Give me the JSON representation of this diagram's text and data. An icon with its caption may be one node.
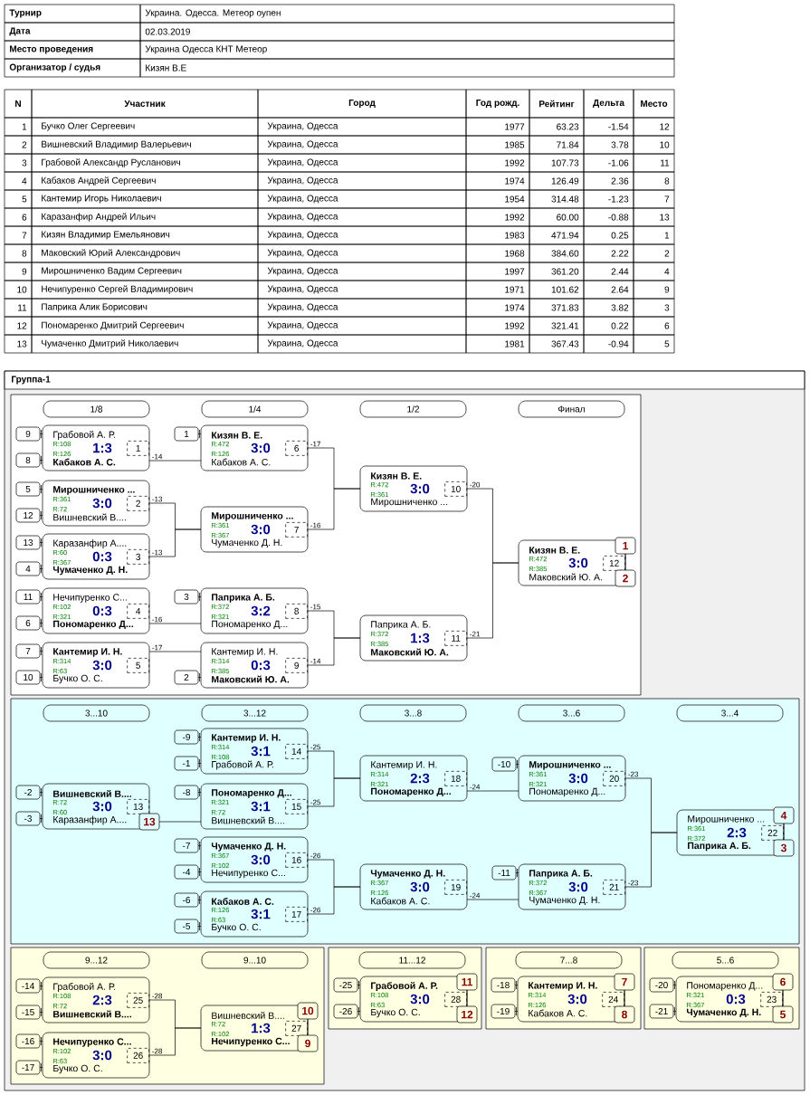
{
  "diagram": {
    "nodes": [
      {
        "text": [
          "Группа-1"
        ]
      },
      {
        "text": [],
        "shape": "box",
        "in": 0
      },
      {
        "text": [
          "1/8"
        ],
        "in": 1
      },
      {
        "text": [
          "1/4"
        ],
        "in": 1
      },
      {
        "text": [
          "1/2"
        ],
        "in": 1
      },
      {
        "text": [
          "Финал"
        ],
        "in": 1
      },
      {
        "text": [
          "Грабовой А. Р.",
          "R:108",
          "1:3",
          "R:126",
          "Кабаков А. С.",
          "1"
        ],
        "in": 1
      },
      {
        "text": [
          "Мирошниченко ...",
          "R:361",
          "3:0",
          "R:72",
          "Вишневский В....",
          "2"
        ],
        "in": 1
      },
      {
        "text": [
          "Каразанфир А....",
          "R:60",
          "0:3",
          "R:367",
          "Чумаченко Д. Н.",
          "3"
        ],
        "in": 1
      },
      {
        "text": [
          "Нечипуренко С...",
          "R:102",
          "0:3",
          "R:321",
          "Пономаренко Д...",
          "4"
        ],
        "in": 1
      },
      {
        "text": [
          "Кантемир И. Н.",
          "R:314",
          "3:0",
          "R:63",
          "Бучко О. С.",
          "5"
        ],
        "in": 1
      },
      {
        "text": [
          "Кизян В. Е.",
          "R:472",
          "3:0",
          "R:126",
          "Кабаков А. С.",
          "6"
        ],
        "in": 1
      },
      {
        "text": [
          "Мирошниченко ...",
          "R:361",
          "3:0",
          "R:367",
          "Чумаченко Д. Н.",
          "7"
        ],
        "in": 1
      },
      {
        "text": [
          "Паприка А. Б.",
          "R:372",
          "3:2",
          "R:321",
          "Пономаренко Д...",
          "8"
        ],
        "in": 1
      },
      {
        "text": [
          "Кантемир И. Н.",
          "R:314",
          "0:3",
          "R:385",
          "Маковский Ю. А.",
          "9"
        ],
        "in": 1
      },
      {
        "text": [
          "Кизян В. Е.",
          "R:472",
          "3:0",
          "R:361",
          "Мирошниченко ...",
          "10"
        ],
        "in": 1
      },
      {
        "text": [
          "Паприка А. Б.",
          "R:372",
          "1:3",
          "R:385",
          "Маковский Ю. А.",
          "11"
        ],
        "in": 1
      },
      {
        "text": [
          "Кизян В. Е.",
          "R:472",
          "3:0",
          "R:385",
          "Маковский Ю. А.",
          "12"
        ],
        "in": 1
      },
      {
        "text": [
          "9"
        ],
        "in": 1
      },
      {
        "text": [
          "8"
        ],
        "in": 1
      },
      {
        "text": [
          "5"
        ],
        "in": 1
      },
      {
        "text": [
          "12"
        ],
        "in": 1
      },
      {
        "text": [
          "13"
        ],
        "in": 1
      },
      {
        "text": [
          "4"
        ],
        "in": 1
      },
      {
        "text": [
          "11"
        ],
        "in": 1
      },
      {
        "text": [
          "6"
        ],
        "in": 1
      },
      {
        "text": [
          "7"
        ],
        "in": 1
      },
      {
        "text": [
          "10"
        ],
        "in": 1
      },
      {
        "text": [
          "1"
        ],
        "in": 1
      },
      {
        "text": [
          "3"
        ],
        "in": 1
      },
      {
        "text": [
          "2"
        ],
        "in": 1
      },
      {
        "text": [
          "1"
        ],
        "in": 1
      },
      {
        "text": [
          "2"
        ],
        "in": 1
      },
      {
        "text": [],
        "shape": "box",
        "in": 0
      },
      {
        "text": [
          "3...10"
        ],
        "in": 33
      },
      {
        "text": [
          "3...12"
        ],
        "in": 33
      },
      {
        "text": [
          "3...8"
        ],
        "in": 33
      },
      {
        "text": [
          "3...6"
        ],
        "in": 33
      },
      {
        "text": [
          "3...4"
        ],
        "in": 33
      },
      {
        "text": [
          "Вишневский В....",
          "R:72",
          "3:0",
          "R:60",
          "Каразанфир А....",
          "13"
        ],
        "in": 33
      },
      {
        "text": [
          "Кантемир И. Н.",
          "R:314",
          "3:1",
          "R:108",
          "Грабовой А. Р.",
          "14"
        ],
        "in": 33
      },
      {
        "text": [
          "Пономаренко Д...",
          "R:321",
          "3:1",
          "R:72",
          "Вишневский В....",
          "15"
        ],
        "in": 33
      },
      {
        "text": [
          "Чумаченко Д. Н.",
          "R:367",
          "3:0",
          "R:102",
          "Нечипуренко С...",
          "16"
        ],
        "in": 33
      },
      {
        "text": [
          "Кабаков А. С.",
          "R:126",
          "3:1",
          "R:63",
          "Бучко О. С.",
          "17"
        ],
        "in": 33
      },
      {
        "text": [
          "Кантемир И. Н.",
          "R:314",
          "2:3",
          "R:321",
          "Пономаренко Д...",
          "18"
        ],
        "in": 33
      },
      {
        "text": [
          "Чумаченко Д. Н.",
          "R:367",
          "3:0",
          "R:126",
          "Кабаков А. С.",
          "19"
        ],
        "in": 33
      },
      {
        "text": [
          "Мирошниченко ...",
          "R:361",
          "3:0",
          "R:321",
          "Пономаренко Д...",
          "20"
        ],
        "in": 33
      },
      {
        "text": [
          "Паприка А. Б.",
          "R:372",
          "3:0",
          "R:367",
          "Чумаченко Д. Н.",
          "21"
        ],
        "in": 33
      },
      {
        "text": [
          "Мирошниченко ...",
          "R:361",
          "2:3",
          "R:372",
          "Паприка А. Б.",
          "22"
        ],
        "in": 33
      },
      {
        "text": [
          "-2"
        ],
        "in": 33
      },
      {
        "text": [
          "-3"
        ],
        "in": 33
      },
      {
        "text": [
          "-9"
        ],
        "in": 33
      },
      {
        "text": [
          "-1"
        ],
        "in": 33
      },
      {
        "text": [
          "-8"
        ],
        "in": 33
      },
      {
        "text": [
          "-7"
        ],
        "in": 33
      },
      {
        "text": [
          "-4"
        ],
        "in": 33
      },
      {
        "text": [
          "-6"
        ],
        "in": 33
      },
      {
        "text": [
          "-5"
        ],
        "in": 33
      },
      {
        "text": [
          "-10"
        ],
        "in": 33
      },
      {
        "text": [
          "-11"
        ],
        "in": 33
      },
      {
        "text": [
          "13"
        ],
        "in": 33
      },
      {
        "text": [
          "4"
        ],
        "in": 33
      },
      {
        "text": [
          "3"
        ],
        "in": 33
      },
      {
        "text": [],
        "shape": "box",
        "in": 0
      },
      {
        "text": [
          "9...12"
        ],
        "in": 63
      },
      {
        "text": [
          "9...10"
        ],
        "in": 63
      },
      {
        "text": [
          "Грабовой А. Р.",
          "R:108",
          "2:3",
          "R:72",
          "Вишневский В....",
          "25"
        ],
        "in": 63
      },
      {
        "text": [
          "Нечипуренко С...",
          "R:102",
          "3:0",
          "R:63",
          "Бучко О. С.",
          "26"
        ],
        "in": 63
      },
      {
        "text": [
          "Вишневский В....",
          "R:72",
          "1:3",
          "R:102",
          "Нечипуренко С...",
          "27"
        ],
        "in": 63
      },
      {
        "text": [
          "-14"
        ],
        "in": 63
      },
      {
        "text": [
          "-15"
        ],
        "in": 63
      },
      {
        "text": [
          "-16"
        ],
        "in": 63
      },
      {
        "text": [
          "-17"
        ],
        "in": 63
      },
      {
        "text": [
          "10"
        ],
        "in": 63
      },
      {
        "text": [
          "9"
        ],
        "in": 63
      },
      {
        "text": [],
        "shape": "box",
        "in": 0
      },
      {
        "text": [
          "11...12"
        ],
        "in": 75
      },
      {
        "text": [
          "Грабовой А. Р.",
          "R:108",
          "3:0",
          "R:63",
          "Бучко О. С.",
          "28"
        ],
        "in": 75
      },
      {
        "text": [
          "-25"
        ],
        "in": 75
      },
      {
        "text": [
          "-26"
        ],
        "in": 75
      },
      {
        "text": [
          "11"
        ],
        "in": 75
      },
      {
        "text": [
          "12"
        ],
        "in": 75
      },
      {
        "text": [],
        "shape": "box",
        "in": 0
      },
      {
        "text": [
          "7...8"
        ],
        "in": 82
      },
      {
        "text": [
          "Кантемир И. Н.",
          "R:314",
          "3:0",
          "R:126",
          "Кабаков А. С.",
          "24"
        ],
        "in": 82
      },
      {
        "text": [
          "-18"
        ],
        "in": 82
      },
      {
        "text": [
          "-19"
        ],
        "in": 82
      },
      {
        "text": [
          "7"
        ],
        "in": 82
      },
      {
        "text": [
          "8"
        ],
        "in": 82
      },
      {
        "text": [],
        "shape": "box",
        "in": 0
      },
      {
        "text": [
          "5...6"
        ],
        "in": 89
      },
      {
        "text": [
          "Пономаренко Д...",
          "R:321",
          "0:3",
          "R:367",
          "Чумаченко Д. Н.",
          "23"
        ],
        "in": 89
      },
      {
        "text": [
          "-20"
        ],
        "in": 89
      },
      {
        "text": [
          "-21"
        ],
        "in": 89
      },
      {
        "text": [
          "6"
        ],
        "in": 89
      },
      {
        "text": [
          "5"
        ],
        "in": 89
      }
    ],
    "edges": [
      {
        "from": 6,
        "to": 11,
        "arrow": "none",
        "label": "-14"
      },
      {
        "from": 7,
        "to": 12,
        "arrow": "none",
        "label": "-13"
      },
      {
        "from": 8,
        "to": 12,
        "arrow": "none",
        "label": "-13"
      },
      {
        "from": 9,
        "to": 13,
        "arrow": "none",
        "label": "-16"
      },
      {
        "from": 10,
        "to": 14,
        "arrow": "none",
        "label": "-17"
      },
      {
        "from": 11,
        "to": 15,
        "arrow": "none",
        "label": "-17"
      },
      {
        "from": 12,
        "to": 15,
        "arrow": "none",
        "label": "-16"
      },
      {
        "from": 13,
        "to": 16,
        "arrow": "none",
        "label": "-15"
      },
      {
        "from": 14,
        "to": 16,
        "arrow": "none",
        "label": "-14"
      },
      {
        "from": 15,
        "to": 17,
        "arrow": "none",
        "label": "-20"
      },
      {
        "from": 16,
        "to": 17,
        "arrow": "none",
        "label": "-21"
      },
      {
        "from": 60,
        "to": 41,
        "arrow": "none"
      },
      {
        "from": 40,
        "to": 44,
        "arrow": "none",
        "label": "-25"
      },
      {
        "from": 41,
        "to": 44,
        "arrow": "none",
        "label": "-25"
      },
      {
        "from": 42,
        "to": 45,
        "arrow": "none",
        "label": "-26"
      },
      {
        "from": 43,
        "to": 45,
        "arrow": "none",
        "label": "-26"
      },
      {
        "from": 44,
        "to": 46,
        "arrow": "none",
        "label": "-24"
      },
      {
        "from": 45,
        "to": 47,
        "arrow": "none",
        "label": "-24"
      },
      {
        "from": 46,
        "to": 48,
        "arrow": "none",
        "label": "-23"
      },
      {
        "from": 47,
        "to": 48,
        "arrow": "none",
        "label": "-23"
      },
      {
        "from": 66,
        "to": 68,
        "arrow": "none",
        "label": "-28"
      },
      {
        "from": 67,
        "to": 68,
        "arrow": "none",
        "label": "-28"
      },
      {
        "from": 31,
        "to": 32,
        "arrow": "none"
      },
      {
        "from": 61,
        "to": 62,
        "arrow": "none"
      },
      {
        "from": 73,
        "to": 74,
        "arrow": "none"
      },
      {
        "from": 80,
        "to": 81,
        "arrow": "none"
      },
      {
        "from": 87,
        "to": 88,
        "arrow": "none"
      },
      {
        "from": 94,
        "to": 95,
        "arrow": "none"
      },
      {
        "from": 18,
        "to": 6,
        "arrow": "none"
      },
      {
        "from": 19,
        "to": 6,
        "arrow": "none"
      },
      {
        "from": 20,
        "to": 7,
        "arrow": "none"
      },
      {
        "from": 21,
        "to": 7,
        "arrow": "none"
      },
      {
        "from": 22,
        "to": 8,
        "arrow": "none"
      },
      {
        "from": 23,
        "to": 8,
        "arrow": "none"
      },
      {
        "from": 24,
        "to": 9,
        "arrow": "none"
      },
      {
        "from": 25,
        "to": 9,
        "arrow": "none"
      },
      {
        "from": 26,
        "to": 10,
        "arrow": "none"
      },
      {
        "from": 27,
        "to": 10,
        "arrow": "none"
      },
      {
        "from": 28,
        "to": 11,
        "arrow": "none"
      },
      {
        "from": 29,
        "to": 13,
        "arrow": "none"
      },
      {
        "from": 30,
        "to": 14,
        "arrow": "none"
      },
      {
        "from": 49,
        "to": 39,
        "arrow": "none"
      },
      {
        "from": 50,
        "to": 39,
        "arrow": "none"
      },
      {
        "from": 51,
        "to": 40,
        "arrow": "none"
      },
      {
        "from": 52,
        "to": 40,
        "arrow": "none"
      },
      {
        "from": 53,
        "to": 41,
        "arrow": "none"
      },
      {
        "from": 54,
        "to": 42,
        "arrow": "none"
      },
      {
        "from": 55,
        "to": 42,
        "arrow": "none"
      },
      {
        "from": 56,
        "to": 43,
        "arrow": "none"
      },
      {
        "from": 57,
        "to": 43,
        "arrow": "none"
      },
      {
        "from": 58,
        "to": 46,
        "arrow": "none"
      },
      {
        "from": 59,
        "to": 47,
        "arrow": "none"
      },
      {
        "from": 69,
        "to": 66,
        "arrow": "none"
      },
      {
        "from": 70,
        "to": 66,
        "arrow": "none"
      },
      {
        "from": 71,
        "to": 67,
        "arrow": "none"
      },
      {
        "from": 72,
        "to": 67,
        "arrow": "none"
      },
      {
        "from": 78,
        "to": 77,
        "arrow": "none"
      },
      {
        "from": 79,
        "to": 77,
        "arrow": "none"
      },
      {
        "from": 85,
        "to": 84,
        "arrow": "none"
      },
      {
        "from": 86,
        "to": 84,
        "arrow": "none"
      },
      {
        "from": 92,
        "to": 91,
        "arrow": "none"
      },
      {
        "from": 93,
        "to": 91,
        "arrow": "none"
      }
    ],
    "labels": [
      "Турнир",
      "Украина. Одесса. Метеор оупен",
      "Дата",
      "02.03.2019",
      "Место проведения",
      "Украина Одесса КНТ Метеор",
      "Организатор / судья",
      "Кизян В.Е",
      "N",
      "Участник",
      "Город",
      "Год рожд.",
      "Рейтинг",
      "Дельта",
      "Место",
      "1",
      "Бучко Олег Сергеевич",
      "Украина, Одесса",
      "1977",
      "63.23",
      "-1.54",
      "12",
      "2",
      "Вишневский Владимир Валерьевич",
      "Украина, Одесса",
      "1985",
      "71.84",
      "3.78",
      "10",
      "3",
      "Грабовой Александр Русланович",
      "Украина, Одесса",
      "1992",
      "107.73",
      "-1.06",
      "11",
      "4",
      "Кабаков Андрей Сергеевич",
      "Украина, Одесса",
      "1974",
      "126.49",
      "2.36",
      "8",
      "5",
      "Кантемир Игорь Николаевич",
      "Украина, Одесса",
      "1954",
      "314.48",
      "-1.23",
      "7",
      "6",
      "Каразанфир Андрей Ильич",
      "Украина, Одесса",
      "1992",
      "60.00",
      "-0.88",
      "13",
      "7",
      "Кизян Владимир Емельянович",
      "Украина, Одесса",
      "1983",
      "471.94",
      "0.25",
      "1",
      "8",
      "Маковский Юрий Александрович",
      "Украина, Одесса",
      "1968",
      "384.60",
      "2.22",
      "2",
      "9",
      "Мирошниченко Вадим Сергеевич",
      "Украина, Одесса",
      "1997",
      "361.20",
      "2.44",
      "4",
      "10",
      "Нечипуренко Сергей Владимирович",
      "Украина, Одесса",
      "1971",
      "101.62",
      "2.64",
      "9",
      "11",
      "Паприка Алик Борисович",
      "Украина, Одесса",
      "1974",
      "371.83",
      "3.82",
      "3",
      "12",
      "Пономаренко Дмитрий Сергеевич",
      "Украина, Одесса",
      "1992",
      "321.41",
      "0.22",
      "6",
      "13",
      "Чумаченко Дмитрий Николаевич",
      "Украина, Одесса",
      "1981",
      "367.43",
      "-0.94",
      "5"
    ]
  }
}
